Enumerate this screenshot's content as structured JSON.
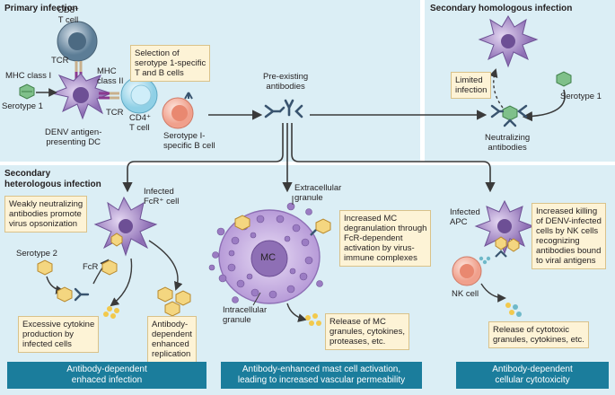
{
  "colors": {
    "panel": "#dbeef5",
    "banner": "#1b7d9c",
    "note_bg": "#fdf3d6",
    "dc": "#8e6fb5",
    "cd8": "#5c7d96",
    "cd4": "#8fd0e6",
    "bcell": "#f0a08c",
    "virus": "#7fc08a",
    "antibody": "#39546f",
    "mc": "#8e6fb5",
    "arrow": "#3a3a3a"
  },
  "primary": {
    "title": "Primary infection",
    "cd8": "CD8⁺\nT cell",
    "tcr_top": "TCR",
    "mhc1": "MHC class I",
    "mhc2": "MHC\nclass II",
    "tcr_bottom": "TCR",
    "cd4": "CD4⁺\nT cell",
    "serotype": "Serotype 1",
    "dc": "DENV antigen-\npresenting DC",
    "selection_note": "Selection of\nserotype 1-specific\nT and B cells",
    "bcell": "Serotype I-\nspecific B cell",
    "preexisting": "Pre-existing\nantibodies"
  },
  "homologous": {
    "title": "Secondary homologous infection",
    "limited_note": "Limited\ninfection",
    "serotype": "Serotype 1",
    "neutralizing": "Neutralizing\nantibodies"
  },
  "heterologous": {
    "title": "Secondary\nheterologous infection",
    "weak_note": "Weakly neutralizing\nantibodies promote\nvirus opsonization",
    "infected_fcr": "Infected\nFcR⁺ cell",
    "serotype2": "Serotype 2",
    "fcr": "FcR",
    "cytokine_note": "Excessive cytokine\nproduction by\ninfected cells",
    "ade_note": "Antibody-\ndependent\nenhanced\nreplication",
    "banner": "Antibody-dependent\nenhaced infection"
  },
  "mast": {
    "extracellular": "Extracellular\ngranule",
    "mc": "MC",
    "intracellular": "Intracellular\ngranule",
    "degranulation_note": "Increased MC\ndegranulation through\nFcR-dependent\nactivation by virus-\nimmune complexes",
    "release_note": "Release of MC\ngranules, cytokines,\nproteases, etc.",
    "banner": "Antibody-enhanced mast cell activation,\nleading to increased vascular permeability"
  },
  "adcc": {
    "infected_apc": "Infected\nAPC",
    "killing_note": "Increased killing\nof DENV-infected\ncells by NK cells\nrecognizing\nantibodies bound\nto viral antigens",
    "nk": "NK cell",
    "release_note": "Release of cytotoxic\ngranules, cytokines, etc.",
    "banner": "Antibody-dependent\ncellular cytotoxicity"
  }
}
